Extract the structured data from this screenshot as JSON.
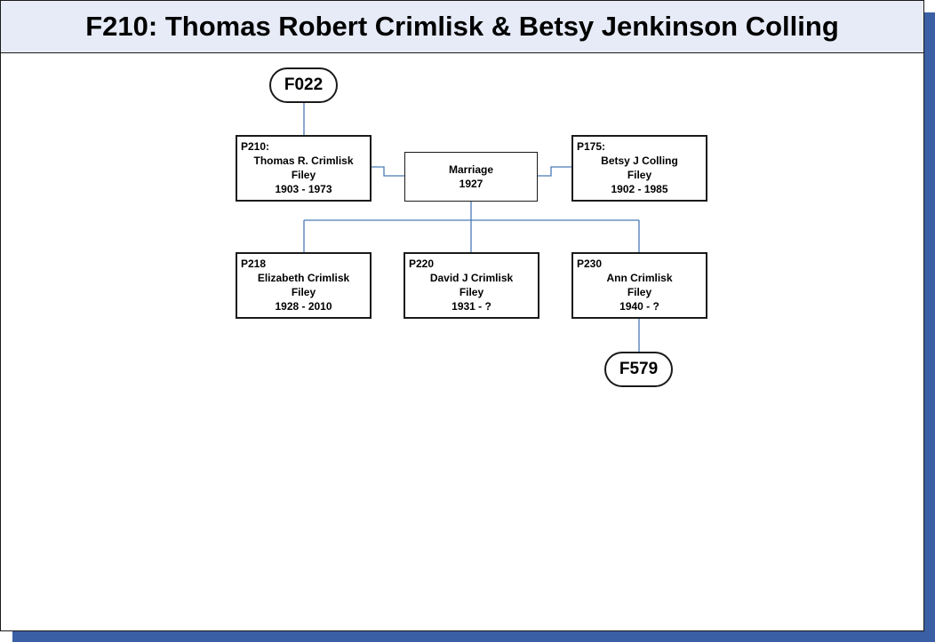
{
  "title": "F210: Thomas Robert Crimlisk & Betsy Jenkinson Colling",
  "links": {
    "parent_family": "F022",
    "child_family": "F579"
  },
  "marriage": {
    "label": "Marriage",
    "year": "1927"
  },
  "spouses": [
    {
      "id": "P210:",
      "name": "Thomas R. Crimlisk",
      "place": "Filey",
      "dates": "1903 - 1973"
    },
    {
      "id": "P175:",
      "name": "Betsy J Colling",
      "place": "Filey",
      "dates": "1902 - 1985"
    }
  ],
  "children": [
    {
      "id": "P218",
      "name": "Elizabeth Crimlisk",
      "place": "Filey",
      "dates": "1928 - 2010"
    },
    {
      "id": "P220",
      "name": "David J Crimlisk",
      "place": "Filey",
      "dates": "1931 - ?"
    },
    {
      "id": "P230",
      "name": "Ann Crimlisk",
      "place": "Filey",
      "dates": "1940 - ?"
    }
  ],
  "colors": {
    "connector": "#4a7ab8",
    "shadow": "#3a5fa5",
    "title_bg": "#e6ebf7"
  }
}
